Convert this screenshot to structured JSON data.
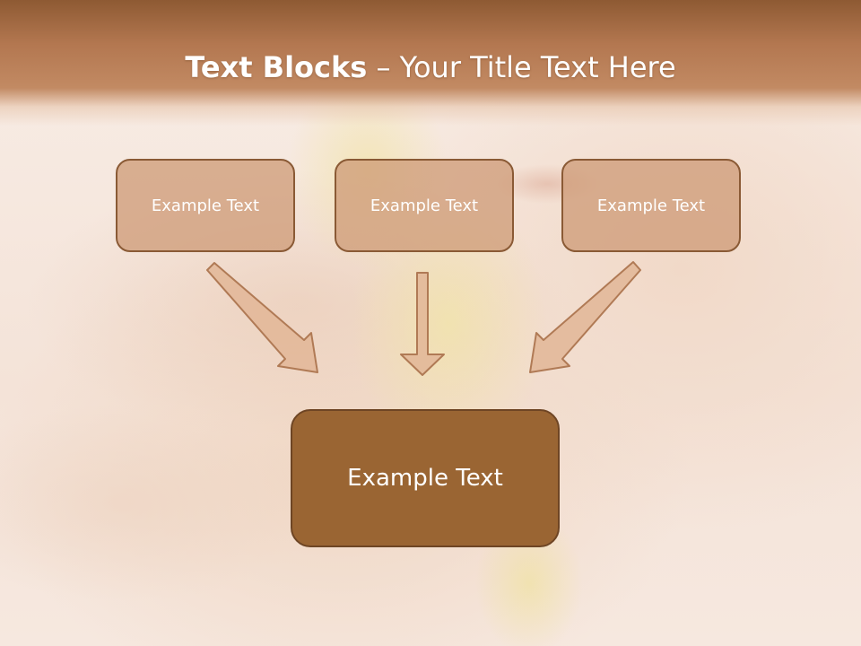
{
  "title": {
    "bold": "Text Blocks",
    "rest": " – Your Title Text Here"
  },
  "top_boxes": [
    {
      "label": "Example Text"
    },
    {
      "label": "Example Text"
    },
    {
      "label": "Example Text"
    }
  ],
  "main_box": {
    "label": "Example Text"
  },
  "colors": {
    "title_band": "#b37750",
    "small_box_fill": "#d4a484",
    "small_box_border": "#8a5a35",
    "main_box_fill": "#9a6533",
    "main_box_border": "#6e4524",
    "arrow_fill": "#e2b697",
    "arrow_stroke": "#b07a55",
    "text": "#ffffff"
  }
}
